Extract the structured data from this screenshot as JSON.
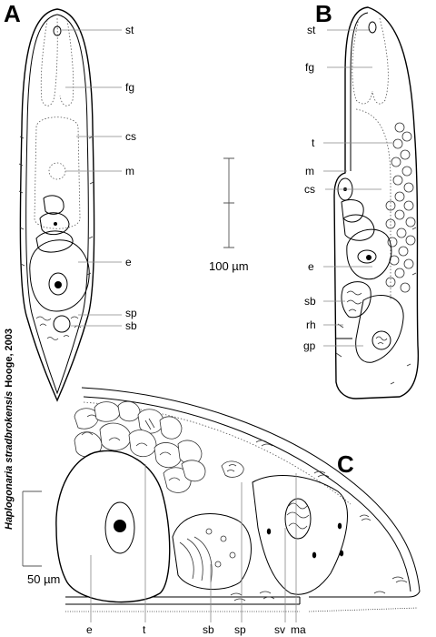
{
  "panels": {
    "a": "A",
    "b": "B",
    "c": "C"
  },
  "labels_a": {
    "st": "st",
    "fg": "fg",
    "cs": "cs",
    "m": "m",
    "e": "e",
    "sp": "sp",
    "sb": "sb"
  },
  "labels_b": {
    "st": "st",
    "fg": "fg",
    "t": "t",
    "m": "m",
    "cs": "cs",
    "e": "e",
    "sb": "sb",
    "rh": "rh",
    "gp": "gp"
  },
  "labels_c": {
    "e": "e",
    "t": "t",
    "sb": "sb",
    "sp": "sp",
    "sv": "sv",
    "ma": "ma"
  },
  "scale_ab": "100 µm",
  "scale_c": "50 µm",
  "caption": {
    "genus_species": "Haplogonaria stradbrokensis",
    "author": "Hooge, 2003"
  }
}
